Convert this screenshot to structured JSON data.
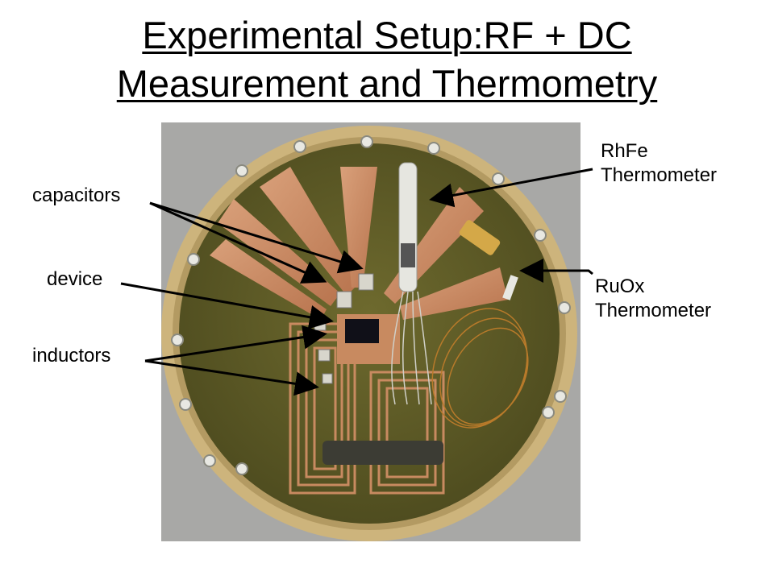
{
  "slide": {
    "title_line1": "Experimental Setup:RF + DC",
    "title_line2": "Measurement and Thermometry"
  },
  "labels": {
    "capacitors": "capacitors",
    "device": "device",
    "inductors": "inductors",
    "rhfe_line1": "RhFe",
    "rhfe_line2": "Thermometer",
    "ruox_line1": "RuOx",
    "ruox_line2": "Thermometer"
  },
  "colors": {
    "board": "#5c5a25",
    "copper": "#c88a60",
    "ring": "#c9b27a",
    "background": "#a7a7a5"
  }
}
